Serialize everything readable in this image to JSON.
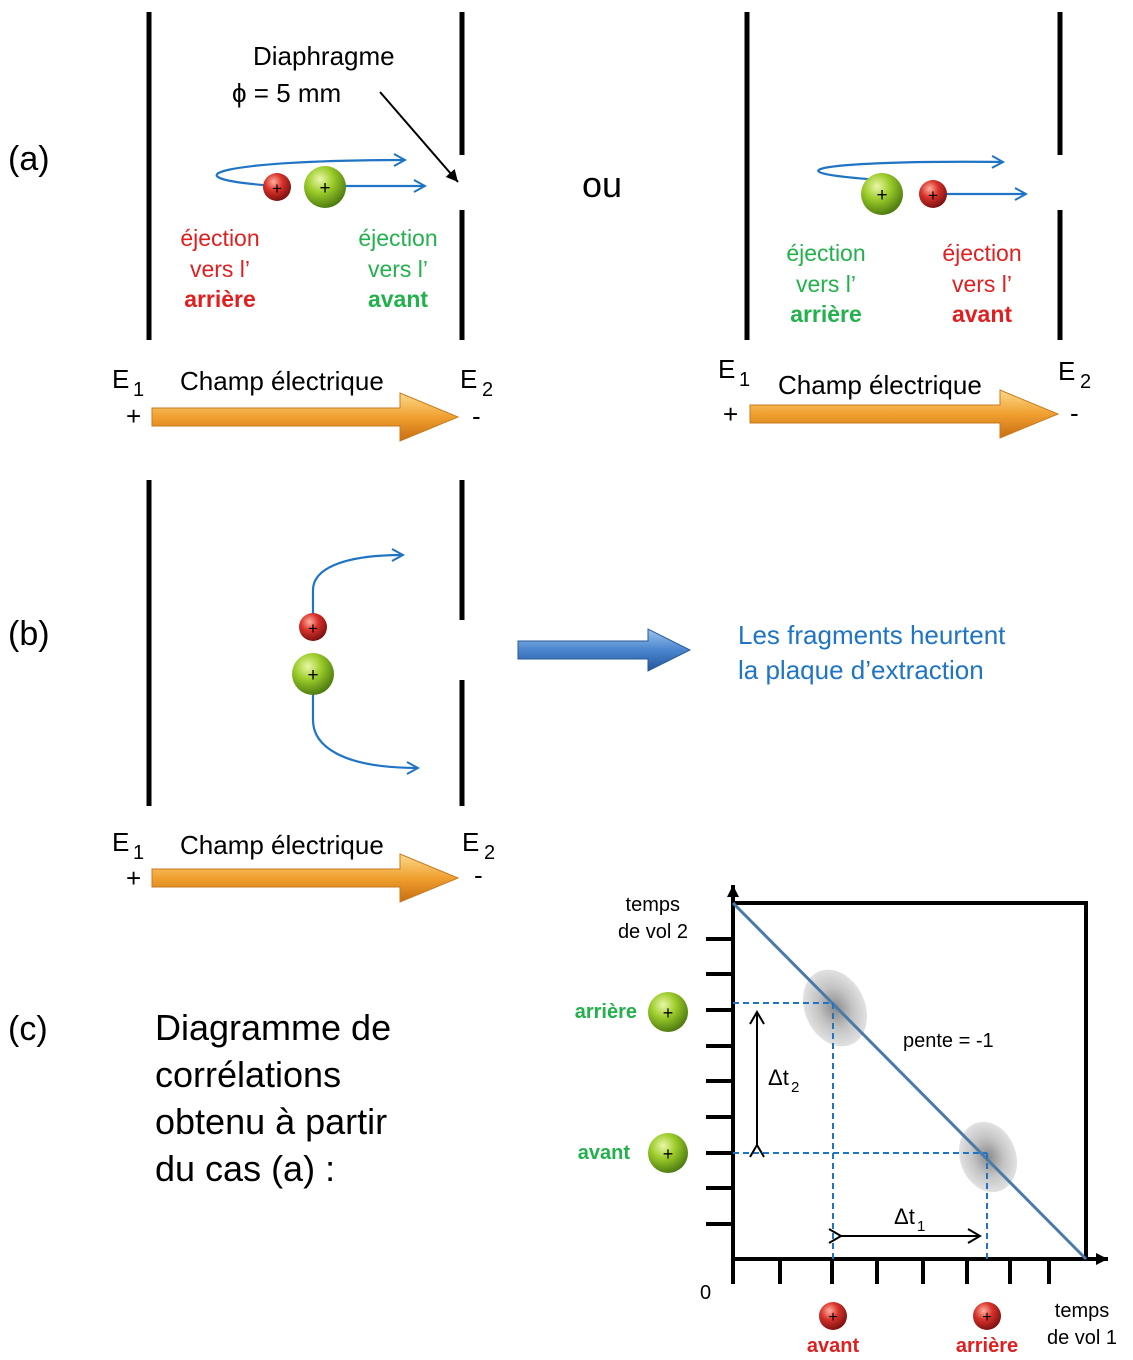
{
  "part_labels": {
    "a": "(a)",
    "b": "(b)",
    "c": "(c)"
  },
  "ou": "ou",
  "diaphragm": {
    "title": "Diaphragme",
    "size": "ϕ = 5 mm"
  },
  "electrodes": {
    "e1": "E",
    "e2": "E",
    "sub1": "1",
    "sub2": "2",
    "plus": "+",
    "minus": "-"
  },
  "field_label": "Champ électrique",
  "ion_charge": "+",
  "ejection": {
    "line1": "éjection",
    "line2": "vers l’",
    "back": "arrière",
    "front": "avant"
  },
  "panel_b_text": [
    "Les fragments heurtent",
    "la plaque d’extraction"
  ],
  "panel_c_text": [
    "Diagramme de",
    "corrélations",
    "obtenu à partir",
    "du cas (a) :"
  ],
  "plot": {
    "ylabel": [
      "temps",
      "de vol 2"
    ],
    "xlabel": [
      "temps",
      "de vol 1"
    ],
    "origin": "0",
    "slope": "pente = -1",
    "dt1": "Δt",
    "dt1_sub": "1",
    "dt2": "Δt",
    "dt2_sub": "2",
    "y_marks": [
      "arrière",
      "avant"
    ],
    "x_marks": [
      "avant",
      "arrière"
    ]
  },
  "colors": {
    "red": "#e02020",
    "green": "#22b14c",
    "blue": "#1f74c4",
    "arrow_orange": "#f0a030"
  }
}
